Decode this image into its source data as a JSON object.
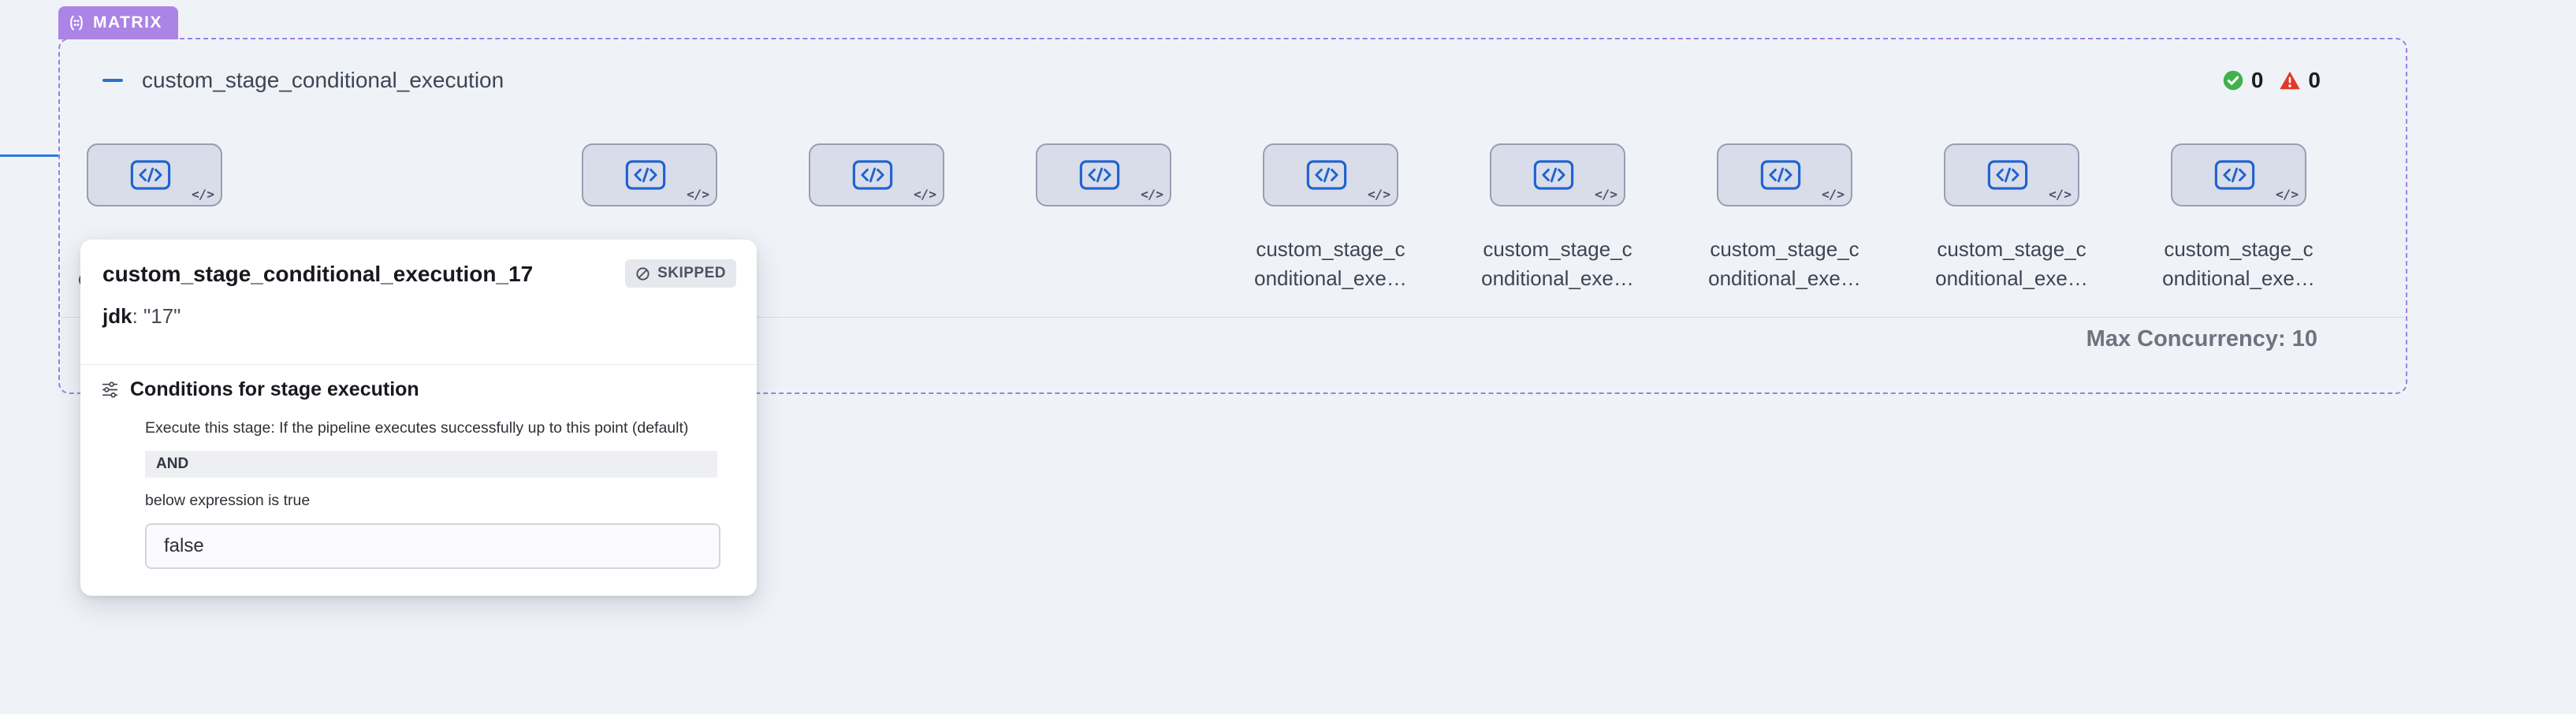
{
  "matrix": {
    "badge_label": "MATRIX",
    "title": "custom_stage_conditional_execution",
    "success_count": "0",
    "error_count": "0",
    "code_glyph": "</>",
    "max_concurrency_label": "Max Concurrency:",
    "max_concurrency_value": "10",
    "stages": [
      {
        "line1": "",
        "line2": ""
      },
      {
        "line1": "",
        "line2": ""
      },
      {
        "line1": "",
        "line2": ""
      },
      {
        "line1": "custom_stage_c",
        "line2": "onditional_exe…"
      },
      {
        "line1": "custom_stage_c",
        "line2": "onditional_exe…"
      },
      {
        "line1": "custom_stage_c",
        "line2": "onditional_exe…"
      },
      {
        "line1": "custom_stage_c",
        "line2": "onditional_exe…"
      },
      {
        "line1": "custom_stage_c",
        "line2": "onditional_exe…"
      },
      {
        "line1": "custom_stage_c",
        "line2": "onditional_exe…"
      },
      {
        "line1": "custom_stage_c",
        "line2": "onditional_exe…"
      }
    ]
  },
  "tooltip": {
    "title": "custom_stage_conditional_execution_17",
    "status_badge": "SKIPPED",
    "param_key": "jdk",
    "param_rest": ": \"17\"",
    "conditions_heading": "Conditions for stage execution",
    "conditions_description": "Execute this stage: If the pipeline executes successfully up to this point (default)",
    "operator": "AND",
    "expression_intro": "below expression is true",
    "expression_value": "false"
  },
  "colors": {
    "matrix_purple": "#ab84e6",
    "dashed_border_purple": "#a07ee2",
    "stage_icon_blue": "#1e63d0",
    "success_green": "#42b14b",
    "error_red": "#e2392a"
  }
}
